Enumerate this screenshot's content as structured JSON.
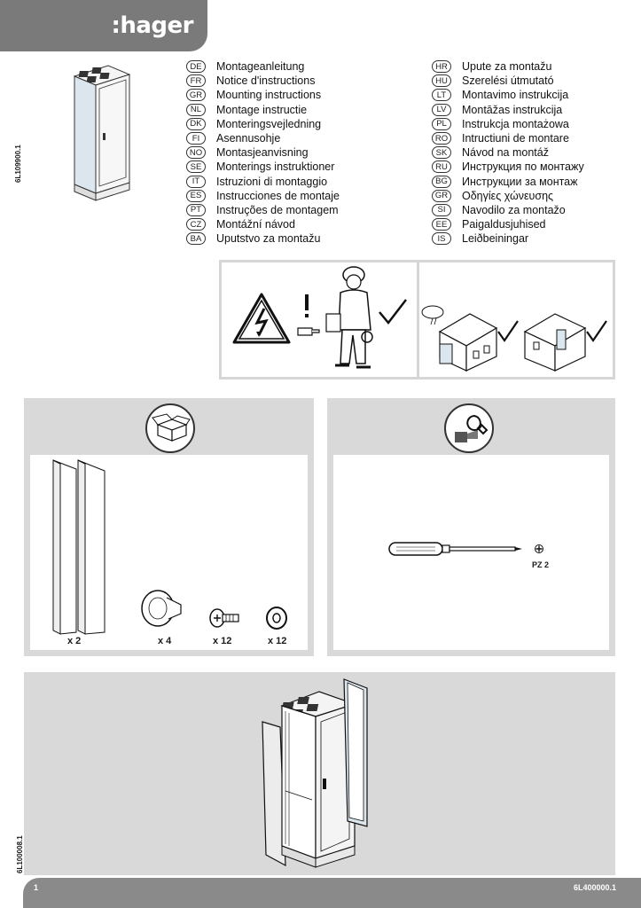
{
  "header": {
    "brand": ":hager"
  },
  "codes": {
    "top_vertical": "6L109900.1",
    "bottom_vertical": "6L100008.1"
  },
  "languages_left": [
    {
      "code": "DE",
      "text": "Montageanleitung"
    },
    {
      "code": "FR",
      "text": "Notice d'instructions"
    },
    {
      "code": "GR",
      "text": "Mounting instructions"
    },
    {
      "code": "NL",
      "text": "Montage instructie"
    },
    {
      "code": "DK",
      "text": "Monteringsvejledning"
    },
    {
      "code": "FI",
      "text": "Asennusohje"
    },
    {
      "code": "NO",
      "text": "Montasjeanvisning"
    },
    {
      "code": "SE",
      "text": "Monterings instruktioner"
    },
    {
      "code": "IT",
      "text": "Istruzioni di montaggio"
    },
    {
      "code": "ES",
      "text": "Instrucciones de montaje"
    },
    {
      "code": "PT",
      "text": "Instruções de montagem"
    },
    {
      "code": "CZ",
      "text": "Montážní návod"
    },
    {
      "code": "BA",
      "text": "Uputstvo za montažu"
    }
  ],
  "languages_right": [
    {
      "code": "HR",
      "text": "Upute za montažu"
    },
    {
      "code": "HU",
      "text": "Szerelési útmutató"
    },
    {
      "code": "LT",
      "text": "Montavimo instrukcija"
    },
    {
      "code": "LV",
      "text": "Montāžas instrukcija"
    },
    {
      "code": "PL",
      "text": "Instrukcja montażowa"
    },
    {
      "code": "RO",
      "text": "Intructiuni de montare"
    },
    {
      "code": "SK",
      "text": "Návod na montáž"
    },
    {
      "code": "RU",
      "text": "Инструкция по монтажу"
    },
    {
      "code": "BG",
      "text": "Инструкции за монтаж"
    },
    {
      "code": "GR",
      "text": "Οδηγίες χώνευσης"
    },
    {
      "code": "SI",
      "text": "Navodilo za montažo"
    },
    {
      "code": "EE",
      "text": "Paigaldusjuhised"
    },
    {
      "code": "IS",
      "text": "Leiðbeiningar"
    }
  ],
  "parts": [
    {
      "name": "side-panel",
      "qty": "x 2"
    },
    {
      "name": "knob",
      "qty": "x 4"
    },
    {
      "name": "screw",
      "qty": "x 12"
    },
    {
      "name": "washer",
      "qty": "x 12"
    }
  ],
  "tools": {
    "bit": "PZ 2"
  },
  "footer": {
    "page": "1",
    "doc": "6L400000.1"
  },
  "colors": {
    "header_gray": "#7a7a7a",
    "panel_gray": "#d9d9d9",
    "cabinet_blue": "#dbe6ef"
  }
}
